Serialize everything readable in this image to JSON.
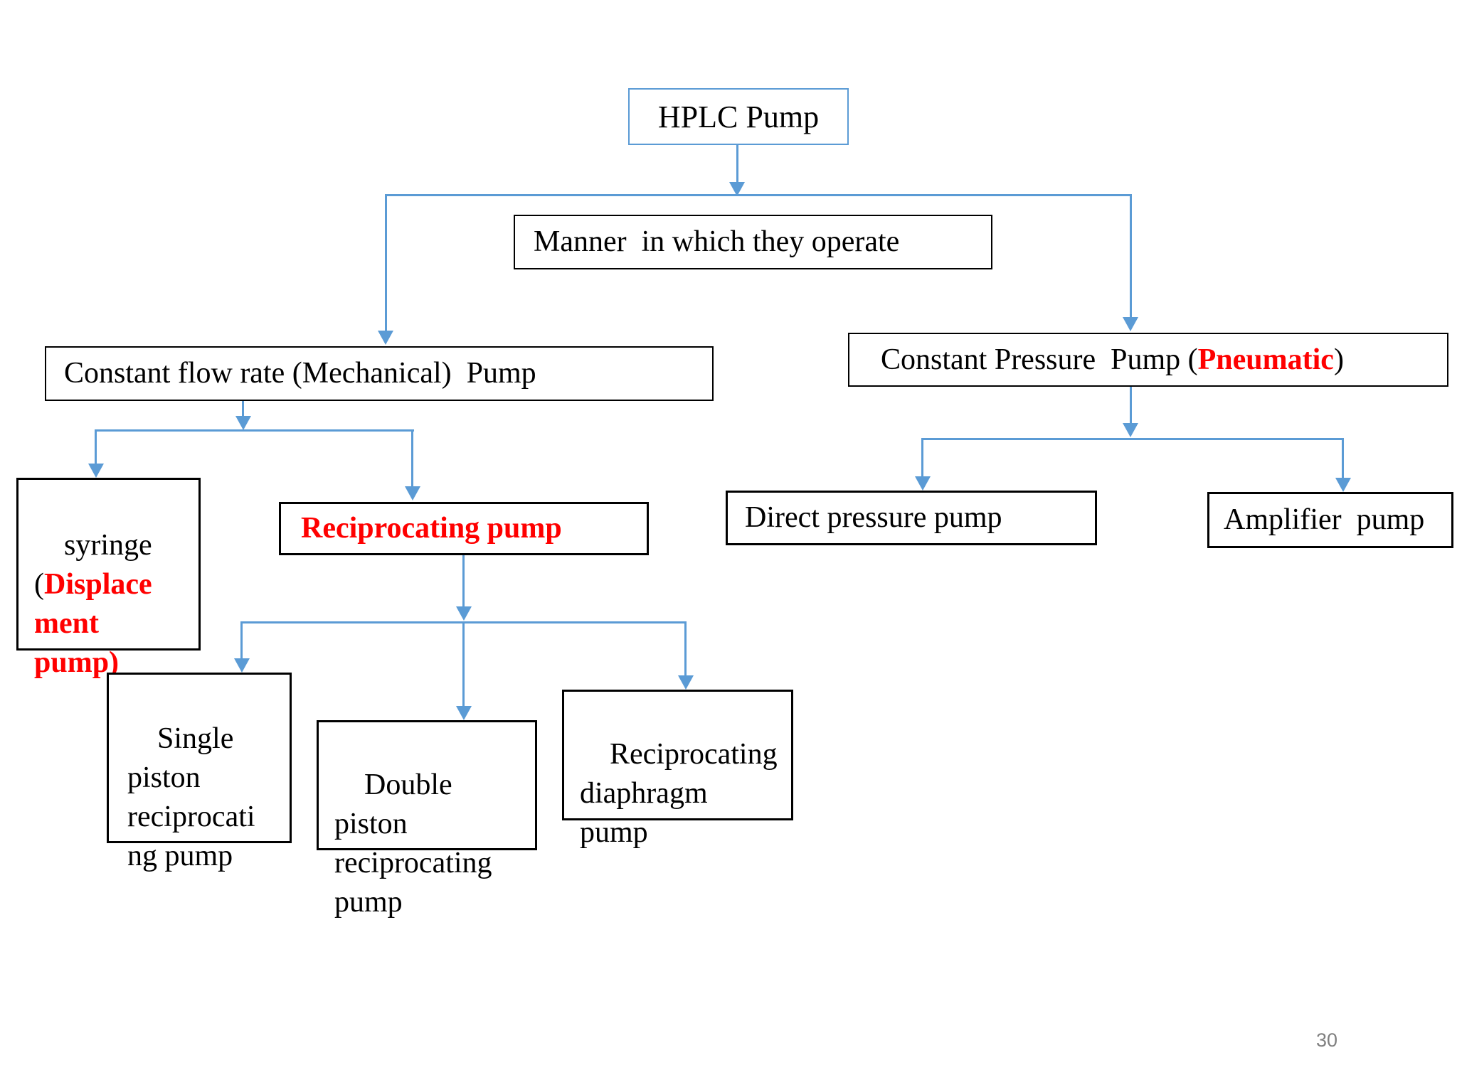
{
  "diagram_title": "HPLC Pump classification flowchart",
  "colors": {
    "connector_blue": "#5B9BD5",
    "highlight_red": "#FF0000",
    "box_border_black": "#000000",
    "page_number_gray": "#7F7F7F",
    "background": "#ffffff"
  },
  "nodes": {
    "hplc": {
      "text": "HPLC Pump"
    },
    "manner": {
      "text": "Manner  in which they operate"
    },
    "flow": {
      "text": "Constant flow rate (Mechanical)  Pump"
    },
    "pressure": {
      "prefix": "Constant Pressure  Pump (",
      "highlight": "Pneumatic",
      "suffix": ")"
    },
    "syringe": {
      "prefix": "syringe\n(",
      "highlight": "Displace\nment\npump)"
    },
    "recip": {
      "text": "Reciprocating pump"
    },
    "direct": {
      "text": "Direct pressure pump"
    },
    "amplifier": {
      "text": "Amplifier  pump"
    },
    "single": {
      "text": "Single\npiston\nreciprocati\nng pump"
    },
    "double": {
      "text": "Double piston\nreciprocating\npump"
    },
    "diaphragm": {
      "text": "Reciprocating\ndiaphragm\npump"
    }
  },
  "page_number": "30"
}
